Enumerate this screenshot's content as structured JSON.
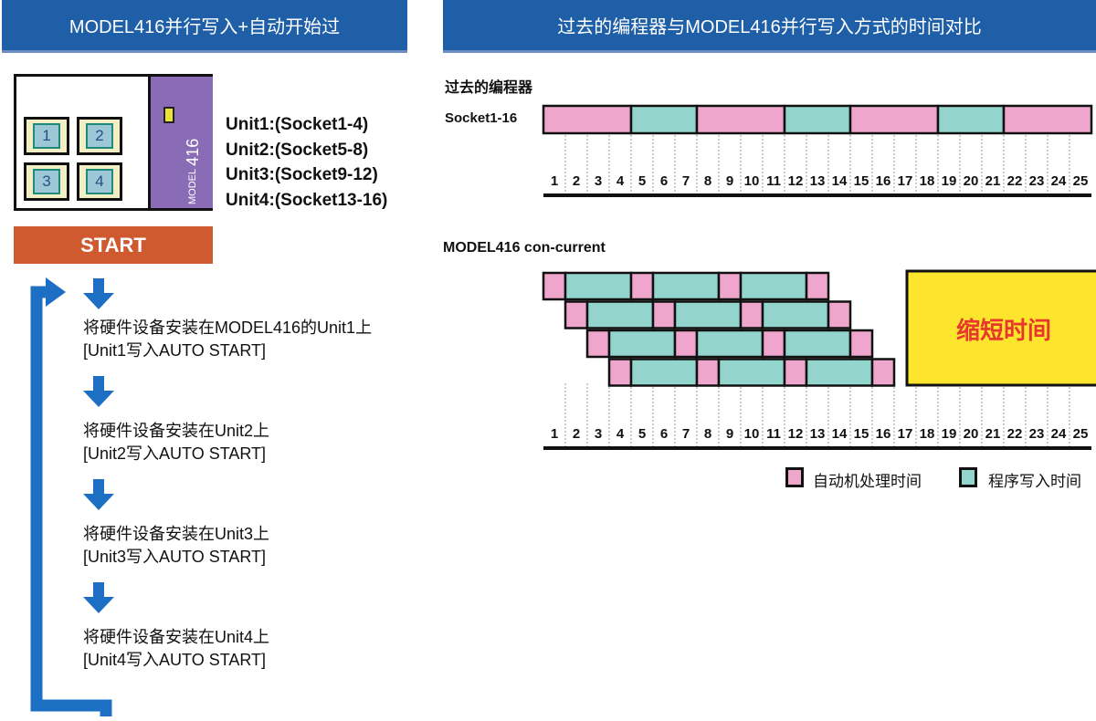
{
  "left_header": "MODEL416并行写入+自动开始过",
  "right_header": "过去的编程器与MODEL416并行写入方式的时间对比",
  "device": {
    "model": "MODEL",
    "model_number": "416",
    "sockets": [
      "1",
      "2",
      "3",
      "4"
    ]
  },
  "unit_map": [
    "Unit1:(Socket1-4)",
    "Unit2:(Socket5-8)",
    "Unit3:(Socket9-12)",
    "Unit4:(Socket13-16)"
  ],
  "start_label": "START",
  "steps": [
    {
      "line1": "将硬件设备安装在MODEL416的Unit1上",
      "line2": "[Unit1写入AUTO START]"
    },
    {
      "line1": "将硬件设备安装在Unit2上",
      "line2": "[Unit2写入AUTO START]"
    },
    {
      "line1": "将硬件设备安装在Unit3上",
      "line2": "[Unit3写入AUTO START]"
    },
    {
      "line1": "将硬件设备安装在Unit4上",
      "line2": "[Unit4写入AUTO START]"
    }
  ],
  "colors": {
    "header": "#1f5fa8",
    "handling": "#efa6cc",
    "programming": "#93d5cc",
    "saved": "#fce52c",
    "saved_text": "#e8382e",
    "arrow": "#1d6fc4",
    "start": "#cf5a2f",
    "device_panel": "#8a6bb5"
  },
  "chart_data": [
    {
      "type": "gantt",
      "title": "过去的编程器",
      "rows": [
        {
          "label": "Socket1-16",
          "segments": [
            {
              "kind": "handling",
              "start": 0,
              "end": 4
            },
            {
              "kind": "programming",
              "start": 4,
              "end": 7
            },
            {
              "kind": "handling",
              "start": 7,
              "end": 11
            },
            {
              "kind": "programming",
              "start": 11,
              "end": 14
            },
            {
              "kind": "handling",
              "start": 14,
              "end": 18
            },
            {
              "kind": "programming",
              "start": 18,
              "end": 21
            },
            {
              "kind": "handling",
              "start": 21,
              "end": 25
            }
          ]
        }
      ],
      "x_ticks": [
        "1",
        "2",
        "3",
        "4",
        "5",
        "6",
        "7",
        "8",
        "9",
        "10",
        "11",
        "12",
        "13",
        "14",
        "15",
        "16",
        "17",
        "18",
        "19",
        "20",
        "21",
        "22",
        "23",
        "24",
        "25"
      ],
      "x_range": [
        0,
        25
      ]
    },
    {
      "type": "gantt",
      "title": "MODEL416 con-current",
      "rows": [
        {
          "segments": [
            {
              "kind": "handling",
              "start": 0,
              "end": 1
            },
            {
              "kind": "programming",
              "start": 1,
              "end": 4
            },
            {
              "kind": "handling",
              "start": 4,
              "end": 5
            },
            {
              "kind": "programming",
              "start": 5,
              "end": 8
            },
            {
              "kind": "handling",
              "start": 8,
              "end": 9
            },
            {
              "kind": "programming",
              "start": 9,
              "end": 12
            },
            {
              "kind": "handling",
              "start": 12,
              "end": 13
            }
          ]
        },
        {
          "segments": [
            {
              "kind": "handling",
              "start": 1,
              "end": 2
            },
            {
              "kind": "programming",
              "start": 2,
              "end": 5
            },
            {
              "kind": "handling",
              "start": 5,
              "end": 6
            },
            {
              "kind": "programming",
              "start": 6,
              "end": 9
            },
            {
              "kind": "handling",
              "start": 9,
              "end": 10
            },
            {
              "kind": "programming",
              "start": 10,
              "end": 13
            },
            {
              "kind": "handling",
              "start": 13,
              "end": 14
            }
          ]
        },
        {
          "segments": [
            {
              "kind": "handling",
              "start": 2,
              "end": 3
            },
            {
              "kind": "programming",
              "start": 3,
              "end": 6
            },
            {
              "kind": "handling",
              "start": 6,
              "end": 7
            },
            {
              "kind": "programming",
              "start": 7,
              "end": 10
            },
            {
              "kind": "handling",
              "start": 10,
              "end": 11
            },
            {
              "kind": "programming",
              "start": 11,
              "end": 14
            },
            {
              "kind": "handling",
              "start": 14,
              "end": 15
            }
          ]
        },
        {
          "segments": [
            {
              "kind": "handling",
              "start": 3,
              "end": 4
            },
            {
              "kind": "programming",
              "start": 4,
              "end": 7
            },
            {
              "kind": "handling",
              "start": 7,
              "end": 8
            },
            {
              "kind": "programming",
              "start": 8,
              "end": 11
            },
            {
              "kind": "handling",
              "start": 11,
              "end": 12
            },
            {
              "kind": "programming",
              "start": 12,
              "end": 15
            },
            {
              "kind": "handling",
              "start": 15,
              "end": 16
            }
          ]
        }
      ],
      "saved_block": {
        "start": 16,
        "end": 25,
        "label": "缩短时间"
      },
      "x_ticks": [
        "1",
        "2",
        "3",
        "4",
        "5",
        "6",
        "7",
        "8",
        "9",
        "10",
        "11",
        "12",
        "13",
        "14",
        "15",
        "16",
        "17",
        "18",
        "19",
        "20",
        "21",
        "22",
        "23",
        "24",
        "25"
      ],
      "x_range": [
        0,
        25
      ]
    }
  ],
  "legend": [
    {
      "kind": "handling",
      "label": "自动机处理时间"
    },
    {
      "kind": "programming",
      "label": "程序写入时间"
    }
  ]
}
